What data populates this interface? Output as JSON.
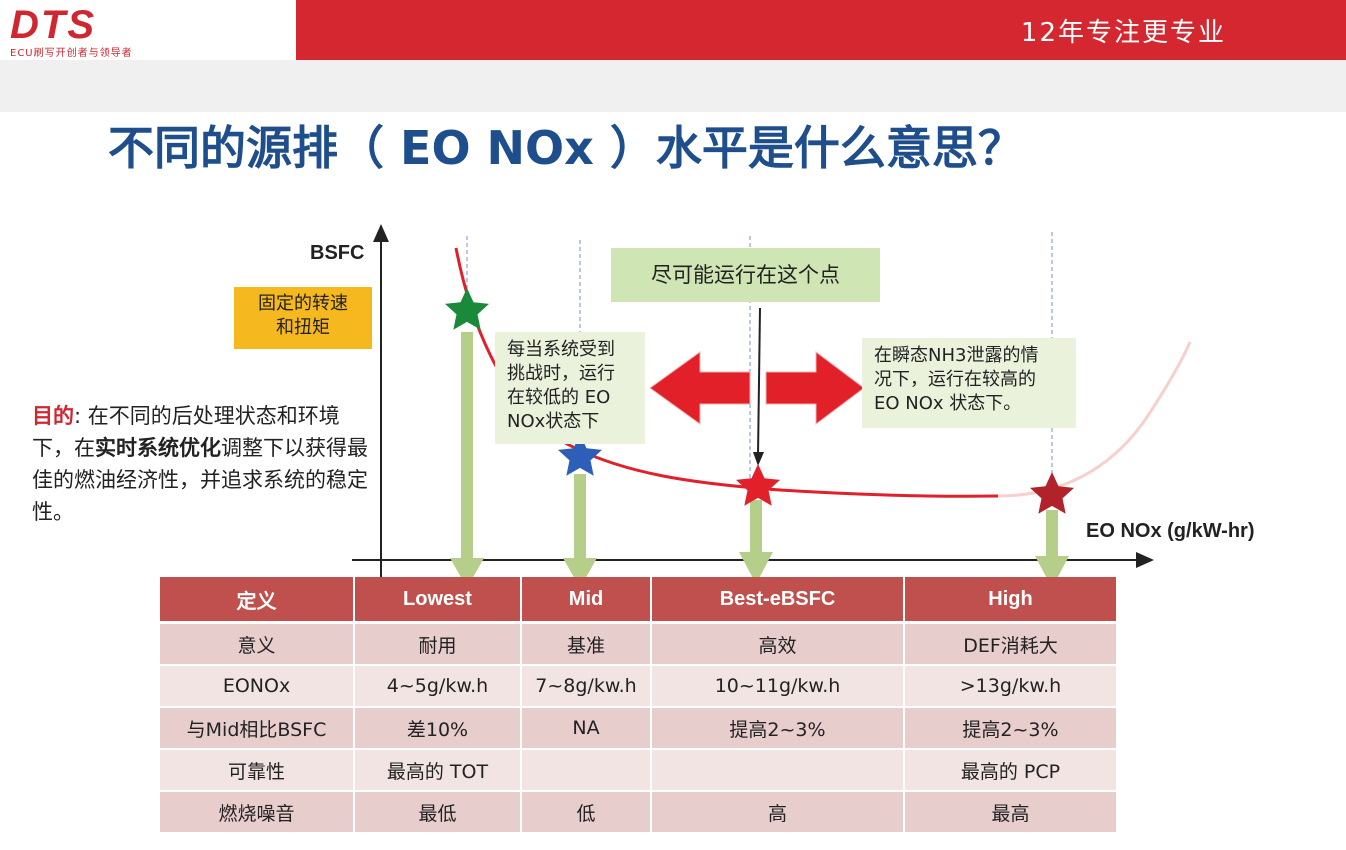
{
  "header": {
    "logo": "DTS",
    "logo_sub": "ECU刷写开创者与领导者",
    "slogan": "12年专注更专业"
  },
  "title": "不同的源排（ EO NOx ）水平是什么意思？",
  "chart_data": {
    "type": "line",
    "ylabel": "BSFC",
    "xlabel": "EO NOx (g/kW-hr)",
    "points": [
      {
        "name": "Lowest",
        "color": "#1a8a3a"
      },
      {
        "name": "Mid",
        "color": "#2e5fb8"
      },
      {
        "name": "Best-eBSFC",
        "color": "#e2202a"
      },
      {
        "name": "High",
        "color": "#b2222a"
      }
    ]
  },
  "boxes": {
    "fixed": [
      "固定的转速",
      "和扭矩"
    ],
    "best_point": "尽可能运行在这个点",
    "low_state": [
      "每当系统受到",
      "挑战时，运行",
      "在较低的 EO",
      "NOx状态下"
    ],
    "high_state": [
      "在瞬态NH3泄露的情",
      "况下，运行在较高的",
      "EO NOx 状态下。"
    ]
  },
  "goal": {
    "label": "目的",
    "text1": ": 在不同的后处理状态和环境下，在",
    "emph": "实时系统优化",
    "text2": "调整下以获得最佳的燃油经济性，并追求系统的稳定性。"
  },
  "table": {
    "headers": [
      "定义",
      "Lowest",
      "Mid",
      "Best-eBSFC",
      "High"
    ],
    "rows": [
      [
        "意义",
        "耐用",
        "基准",
        "高效",
        "DEF消耗大"
      ],
      [
        "EONOx",
        "4~5g/kw.h",
        "7~8g/kw.h",
        "10~11g/kw.h",
        ">13g/kw.h"
      ],
      [
        "与Mid相比BSFC",
        "差10%",
        "NA",
        "提高2~3%",
        "提高2~3%"
      ],
      [
        "可靠性",
        "最高的 TOT",
        "",
        "",
        "最高的 PCP"
      ],
      [
        "燃烧噪音",
        "最低",
        "低",
        "高",
        "最高"
      ]
    ]
  },
  "colors": {
    "brand_red": "#d4272f",
    "title_blue": "#1f4e8c",
    "header_cell": "#c0504d",
    "curve_red": "#e2202a",
    "arrow_green": "#b5cf8a"
  }
}
